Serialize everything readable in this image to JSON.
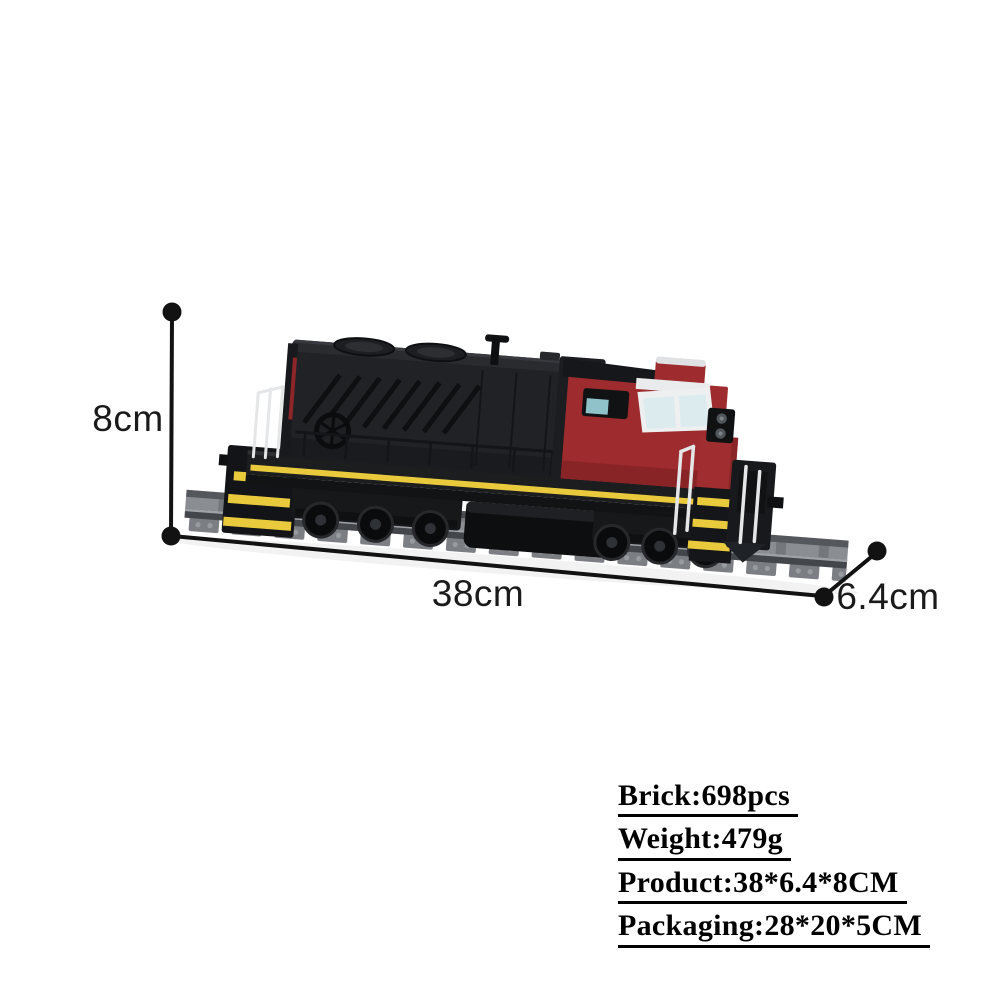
{
  "page": {
    "background": "#ffffff",
    "description": "Product listing photo of a brick-built black and red diesel locomotive model standing on a gray straight track, annotated with its dimensions and specifications"
  },
  "annotations": {
    "height": "8cm",
    "length": "38cm",
    "depth": "6.4cm"
  },
  "specs": {
    "brick": "Brick:698pcs",
    "weight": "Weight:479g",
    "product": "Product:38*6.4*8CM",
    "packaging": "Packaging:28*20*5CM"
  },
  "illustration": {
    "subject": "MOC brick diesel locomotive (long black hood, red cab and nose, yellow frame stripe) on LEGO-style gray track",
    "colors": {
      "annotation_ink": "#121212",
      "body_black": "#202226",
      "cab_red": "#9e2b2d",
      "nose_red": "#a02d2f",
      "stripe_yellow": "#e9ca3c",
      "track_gray": "#8a8d91",
      "rail_dark": "#43464a",
      "cab_roof_white": "#e9ebec",
      "windshield_glass": "#dcecee",
      "side_glass_teal": "#8fc3c9",
      "handrail_white": "#e5e6e7"
    }
  }
}
